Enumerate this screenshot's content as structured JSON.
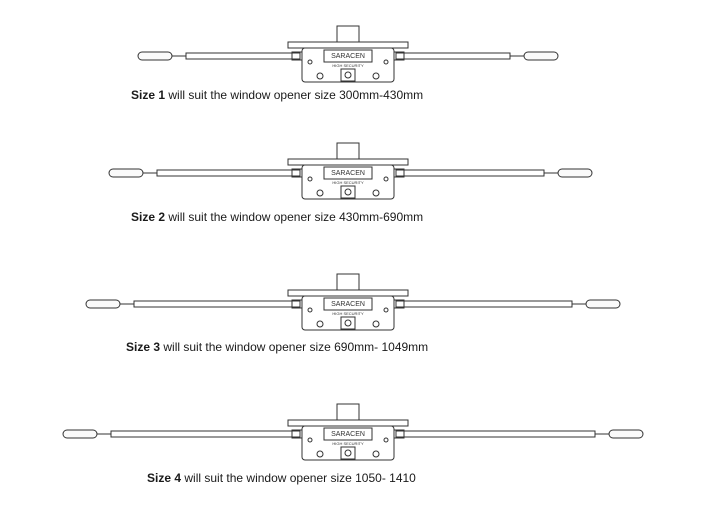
{
  "brand": {
    "name": "SARACEN",
    "tagline": "HIGH SECURITY"
  },
  "colors": {
    "line": "#333333",
    "text": "#1a1a1a"
  },
  "items": [
    {
      "size": "Size 1",
      "desc": "will suit the window opener size 300mm-430mm"
    },
    {
      "size": "Size 2",
      "desc": "will suit the window opener size 430mm-690mm"
    },
    {
      "size": "Size 3",
      "desc": "will suit the window opener size 690mm- 1049mm"
    },
    {
      "size": "Size 4",
      "desc": "will suit the window opener size 1050- 1410"
    }
  ]
}
